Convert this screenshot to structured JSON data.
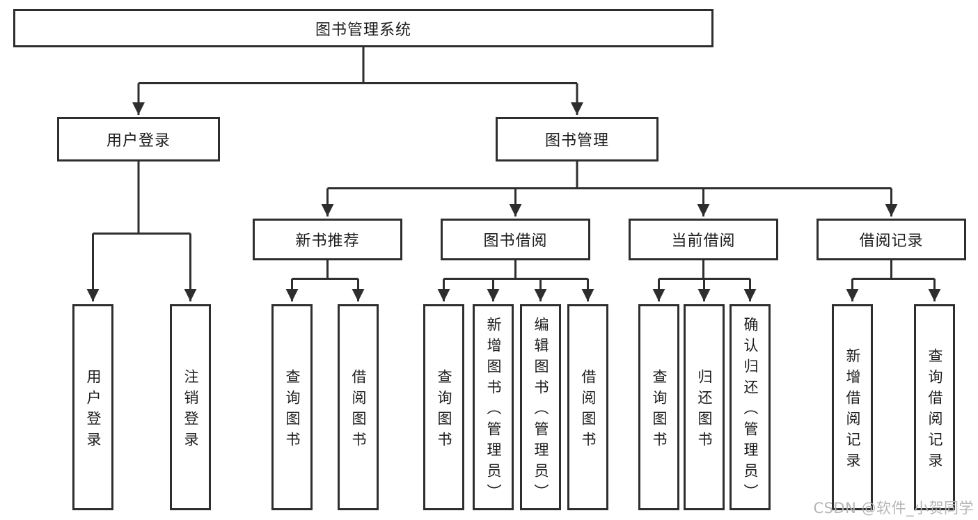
{
  "diagram": {
    "title": "图书管理系统",
    "branches": [
      "用户登录",
      "图书管理"
    ],
    "modules": [
      "新书推荐",
      "图书借阅",
      "当前借阅",
      "借阅记录"
    ],
    "leaf_groups": [
      [
        "用户登录",
        "注销登录"
      ],
      [
        "查询图书",
        "借阅图书"
      ],
      [
        "查询图书",
        "新增图书（管理员）",
        "编辑图书（管理员）",
        "借阅图书"
      ],
      [
        "查询图书",
        "归还图书",
        "确认归还（管理员）"
      ],
      [
        "新增借阅记录",
        "查询借阅记录"
      ]
    ]
  },
  "watermark": "CSDN @软件_小贺同学",
  "colors": {
    "line": "#2e2e2e",
    "text": "#1d1d1d",
    "box_background": "#ffffff",
    "watermark": "#b5b5b5",
    "background": "#ffffff"
  }
}
